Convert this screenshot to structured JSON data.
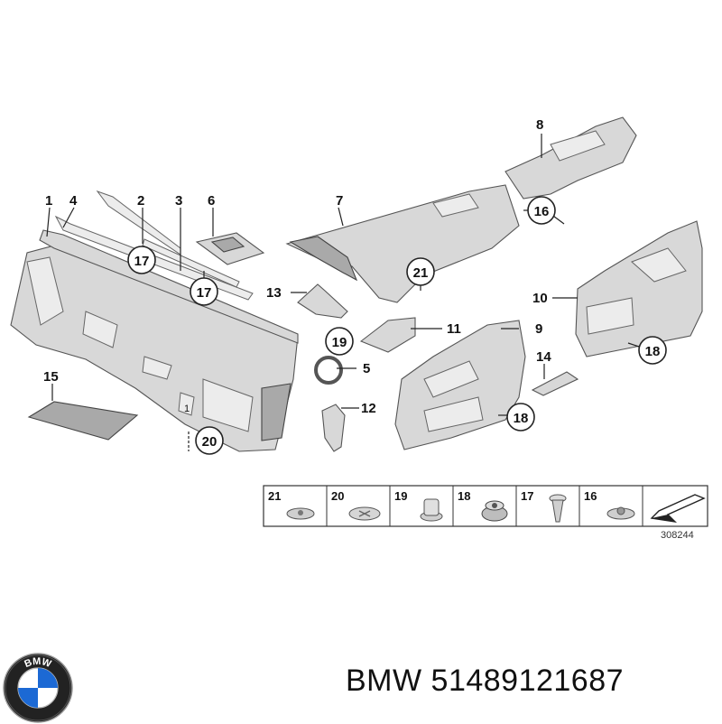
{
  "callouts": {
    "c1": "1",
    "c2": "2",
    "c3": "3",
    "c4": "4",
    "c5": "5",
    "c6": "6",
    "c7": "7",
    "c8": "8",
    "c9": "9",
    "c10": "10",
    "c11": "11",
    "c12": "12",
    "c13": "13",
    "c14": "14",
    "c15": "15",
    "c16": "16",
    "c17a": "17",
    "c17b": "17",
    "c18a": "18",
    "c18b": "18",
    "c19": "19",
    "c20": "20",
    "c21": "21",
    "c1small": "1"
  },
  "fastener_table": {
    "headers": [
      "21",
      "20",
      "19",
      "18",
      "17",
      "16"
    ],
    "reference": "308244"
  },
  "brand": {
    "logo_text": "BMW",
    "caption": "BMW 51489121687"
  },
  "colors": {
    "line": "#222222",
    "part_fill": "#d8d8d8",
    "logo_blue": "#1c69d4"
  }
}
